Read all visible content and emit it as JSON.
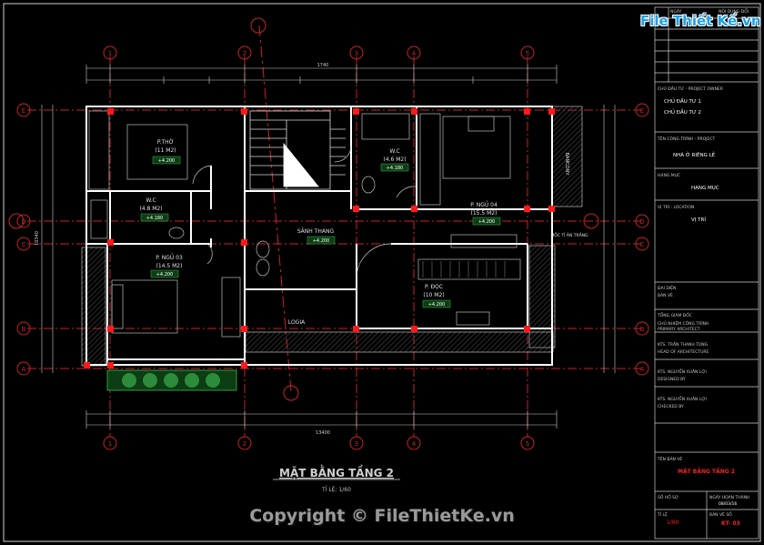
{
  "drawing_title": "MẶT BẰNG TẦNG 2",
  "drawing_scale": "TỈ LỆ: 1/60",
  "grid_axes_numbers": [
    "1",
    "2",
    "3",
    "4",
    "5"
  ],
  "grid_axes_letters": [
    "E",
    "D",
    "C",
    "B",
    "A"
  ],
  "dims_top_total": "1740",
  "dims_bottom_total": "13400",
  "dims_left_total": "10340",
  "rooms": {
    "tho": {
      "name": "P.THỜ",
      "area": "(11 M2)",
      "level": "+4.200"
    },
    "wc1": {
      "name": "W.C",
      "area": "(4.8 M2)",
      "level": "+4.180"
    },
    "wc2": {
      "name": "W.C",
      "area": "(4.6 M2)",
      "level": "+4.180"
    },
    "ngu03": {
      "name": "P. NGỦ 03",
      "area": "(14.5 M2)",
      "level": "+4.200"
    },
    "ngu04": {
      "name": "P. NGỦ 04",
      "area": "(15.5 M2)",
      "level": "+4.200"
    },
    "sanh": {
      "name": "SẢNH THANG",
      "level": "+4.200"
    },
    "doc": {
      "name": "P. ĐỌC",
      "area": "(10 M2)",
      "level": "+4.200"
    },
    "logia": {
      "name": "LOGIA"
    },
    "balcony": {
      "name": "BANCONY"
    },
    "moc": {
      "name": "MỐC TỈ ẢN TRẦNG"
    }
  },
  "titleblock": {
    "row1a": "NGÀY",
    "row1b": "NỘI DUNG ĐỔI",
    "owner_label": "CHỦ ĐẦU TƯ - PROJECT OWNER",
    "owner_1": "CHỦ ĐẦU TƯ 1",
    "owner_2": "CHỦ ĐẦU TƯ 2",
    "project_label": "TÊN CÔNG TRÌNH - PROJECT",
    "project": "NHÀ Ở RIÊNG LẺ",
    "category_label": "HẠNG MỤC",
    "category": "HẠNG MỤC",
    "location_label": "VỊ TRÍ - LOCATION",
    "location": "VỊ TRÍ",
    "license_label": "ĐẠI DIỆN",
    "license": "BẢN VẼ",
    "director_label": "TỔNG GIÁM ĐỐC",
    "chief_label": "CHỦ NHIỆM CÔNG TRÌNH",
    "chief_name": "PRIMARY ARCHITECT",
    "arch_label": "KTS. TRẦN THANH TÙNG",
    "arch_role": "HEAD OF ARCHITECTURE",
    "design_label": "KTS. NGUYỄN XUÂN LỢI",
    "design_role": "DESIGNED BY",
    "checker_label": "KTS. NGUYỄN XUÂN LỢI",
    "checker_role": "CHECKED BY",
    "sheet_name_label": "TÊN BẢN VẼ",
    "sheet_name": "MẶT BẰNG TẦNG 2",
    "sheet_no_label": "SỐ HỒ SƠ",
    "date_label": "NGÀY HOÀN THÀNH",
    "date": "08/03/16",
    "scale_label": "TỈ LỆ",
    "scale": "1/60",
    "sheet_label": "BẢN VẼ SỐ",
    "sheet_code": "KT- 03"
  },
  "brand_logo_text": "File Thiết Kế.vn",
  "copyright": "Copyright © FileThietKe.vn",
  "colors": {
    "wall": "#ffffff",
    "axis": "#d8232a",
    "dim": "#d9d9d9",
    "column": "#ff1a1a",
    "title_red": "#ff2020",
    "furniture": "#b8b8b8"
  }
}
